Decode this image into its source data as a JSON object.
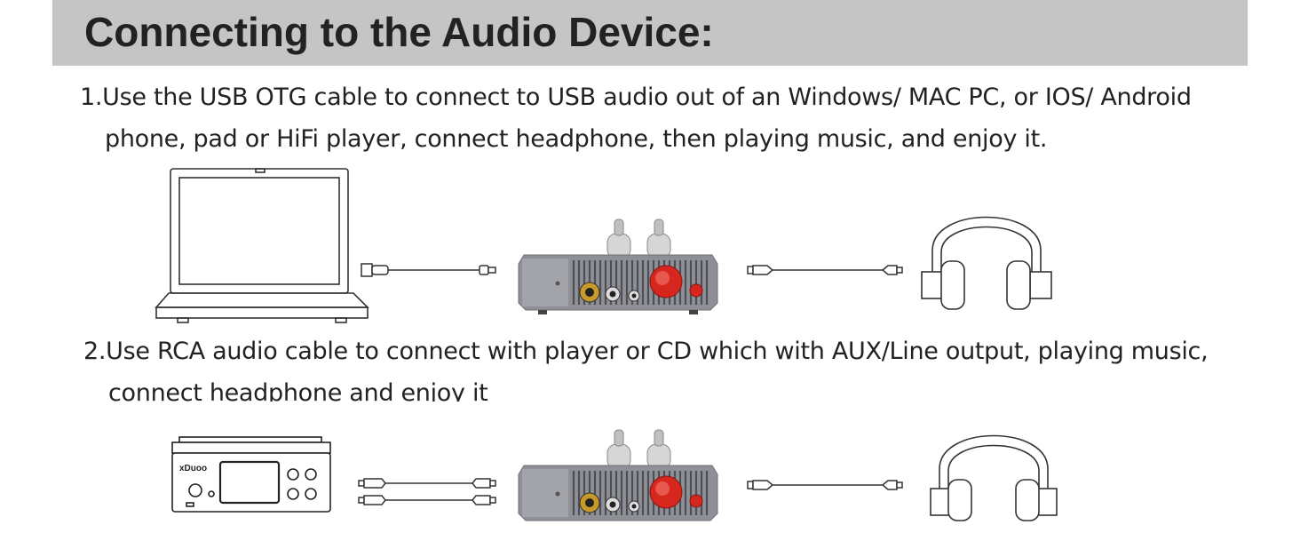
{
  "header": {
    "title": "Connecting to the Audio Device:"
  },
  "steps": [
    {
      "line1": "1.Use the USB OTG cable to connect to USB audio out of an Windows/ MAC PC, or IOS/ Android",
      "line2": "phone, pad or HiFi player, connect headphone, then playing music, and enjoy it."
    },
    {
      "line1": "2.Use RCA audio cable to connect with player or CD which with AUX/Line output, playing music,",
      "line2": "connect headphone and enjoy it"
    }
  ],
  "devices": {
    "player_brand": "xDuoo"
  },
  "colors": {
    "title_bar": "#c5c5c6",
    "amp_body": "#8e9096",
    "knob": "#d7261e",
    "outline": "#333333"
  },
  "icons": [
    "laptop-icon",
    "usb-cable-icon",
    "tube-amp-icon",
    "audio-cable-icon",
    "headphones-icon",
    "cd-player-icon",
    "rca-cable-icon"
  ]
}
